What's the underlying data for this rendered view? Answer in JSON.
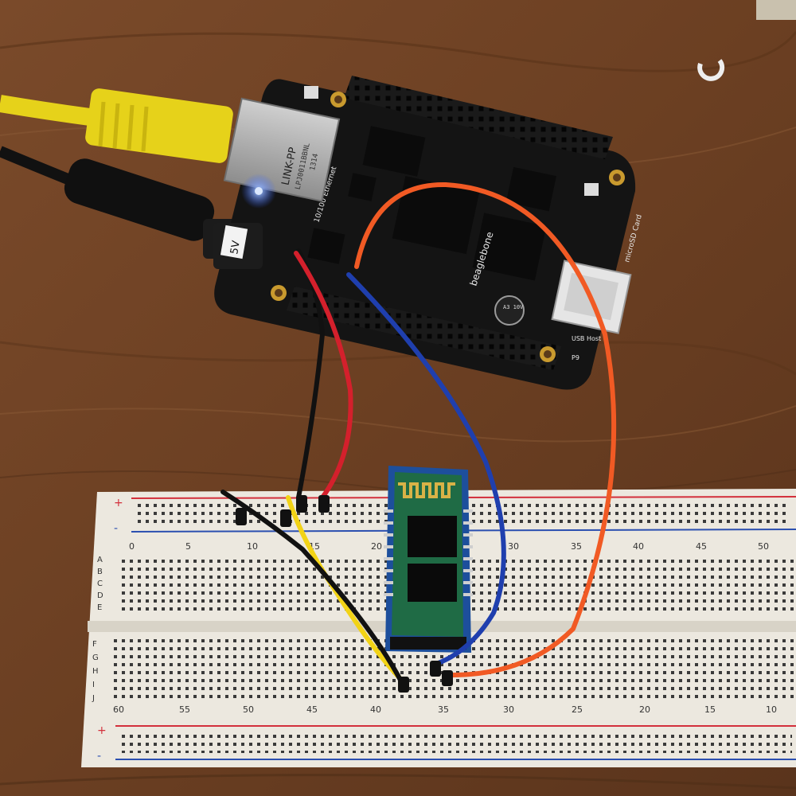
{
  "board": {
    "silk_ethernet": "10/100 Ethernet",
    "silk_brand": "beaglebone",
    "silk_microsd": "microSD Card",
    "silk_usb_host": "USB Host",
    "silk_p9": "P9",
    "jack_label": "LINK-PP",
    "jack_part": "LPJ0011BBNL",
    "jack_code": "1314",
    "power_tag": "5V",
    "cap_label": "A3 10V"
  },
  "breadboard": {
    "rows_top": [
      "A",
      "B",
      "C",
      "D",
      "E"
    ],
    "rows_bottom": [
      "F",
      "G",
      "H",
      "I",
      "J"
    ],
    "cols_top": [
      "0",
      "5",
      "10",
      "15",
      "20",
      "25",
      "30",
      "35",
      "40",
      "45",
      "50"
    ],
    "cols_bottom": [
      "60",
      "55",
      "50",
      "45",
      "40",
      "35",
      "30",
      "25",
      "20",
      "15",
      "10"
    ],
    "rail_plus": "+",
    "rail_minus": "-"
  },
  "colors": {
    "wood": "#6b4226",
    "board": "#141414",
    "breadboard": "#ece8df",
    "module": "#1d4f9c",
    "wire_red": "#d4202c",
    "wire_blue": "#1f3fae",
    "wire_orange": "#f15a24",
    "wire_yellow": "#f2d316",
    "wire_black": "#111111",
    "cable_yellow": "#e6d21a"
  }
}
